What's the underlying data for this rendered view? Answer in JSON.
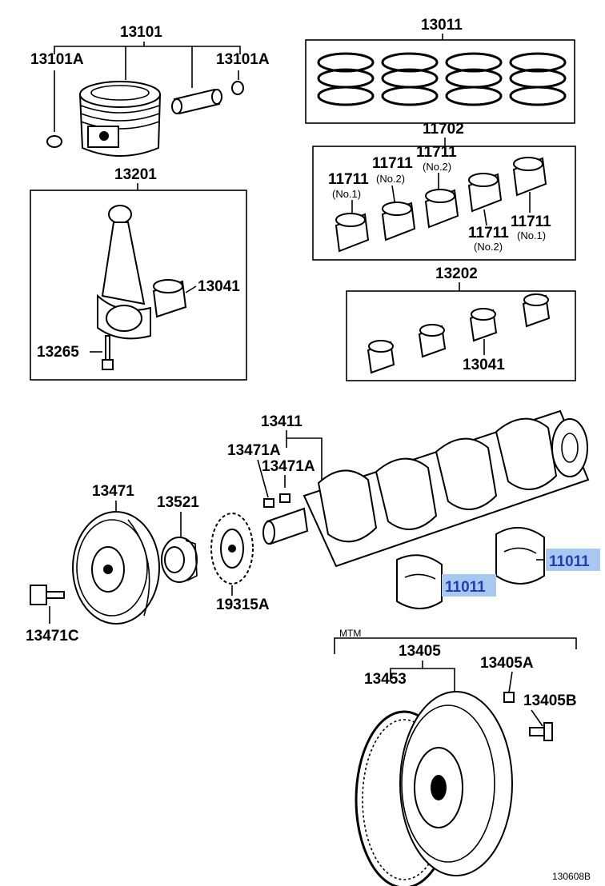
{
  "parts": {
    "p13101": "13101",
    "p13101a_left": "13101A",
    "p13101a_right": "13101A",
    "p13011": "13011",
    "p11702": "11702",
    "p11711_a": "11711",
    "p11711_a_sub": "(No.1)",
    "p11711_b": "11711",
    "p11711_b_sub": "(No.2)",
    "p11711_c": "11711",
    "p11711_c_sub": "(No.2)",
    "p11711_d": "11711",
    "p11711_d_sub": "(No.2)",
    "p11711_e": "11711",
    "p11711_e_sub": "(No.1)",
    "p13201": "13201",
    "p13041_a": "13041",
    "p13265": "13265",
    "p13202": "13202",
    "p13041_b": "13041",
    "p13411": "13411",
    "p13471a_a": "13471A",
    "p13471a_b": "13471A",
    "p13471": "13471",
    "p13521": "13521",
    "p19315a": "19315A",
    "p13471c": "13471C",
    "p11011_a": "11011",
    "p11011_b": "11011",
    "mtm": "MTM",
    "p13405": "13405",
    "p13405a": "13405A",
    "p13453": "13453",
    "p13405b": "13405B",
    "figure_code": "130608B"
  },
  "colors": {
    "highlight_bg": "#a8c8f0",
    "highlight_text": "#1f3fb5"
  }
}
